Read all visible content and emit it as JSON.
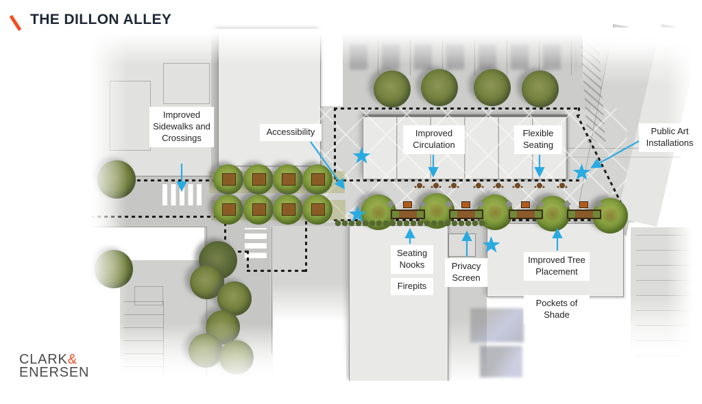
{
  "header": {
    "title": "THE DILLON ALLEY"
  },
  "annotations": {
    "improved_sidewalks": {
      "label": "Improved Sidewalks and Crossings"
    },
    "accessibility": {
      "label": "Accessibility"
    },
    "improved_circulation": {
      "label": "Improved Circulation"
    },
    "flexible_seating": {
      "label": "Flexible Seating"
    },
    "public_art": {
      "label": "Public Art Installations"
    },
    "seating_nooks": {
      "label": "Seating Nooks"
    },
    "firepits": {
      "label": "Firepits"
    },
    "privacy_screen": {
      "label": "Privacy Screen"
    },
    "improved_tree_placement": {
      "label": "Improved Tree Placement"
    },
    "pockets_of_shade": {
      "label": "Pockets of Shade"
    }
  },
  "logo": {
    "line1": "CLARK",
    "ampersand": "&",
    "line2": "ENERSEN"
  },
  "colors": {
    "accent_blue": "#29abe2",
    "accent_orange": "#f04f24",
    "title_ink": "#1c2733",
    "label_ink": "#1f1f1f"
  }
}
